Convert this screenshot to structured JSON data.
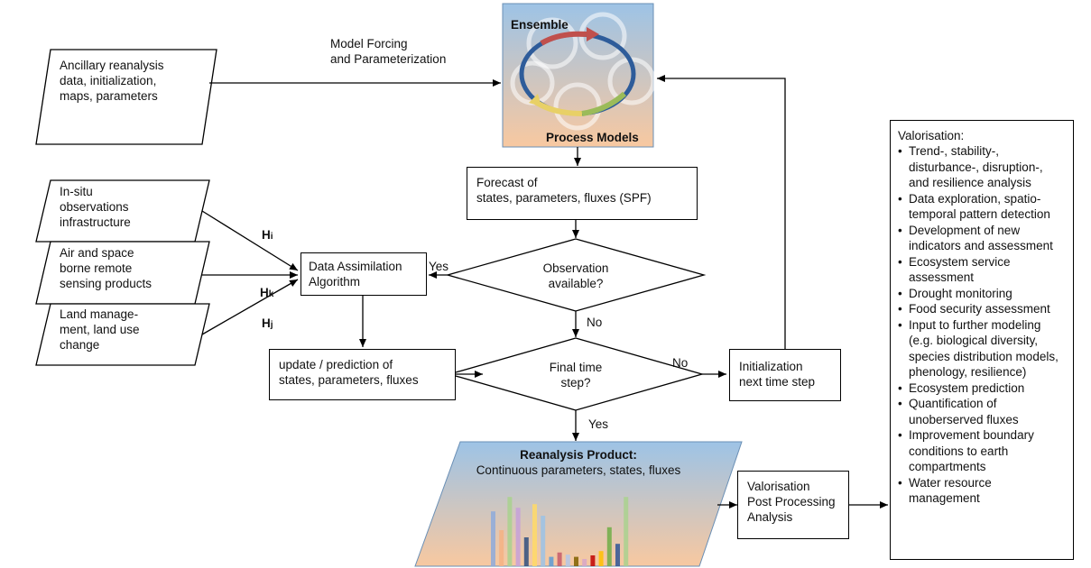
{
  "ancillary": "Ancillary reanalysis\ndata, initialization,\nmaps, parameters",
  "model_forcing": "Model Forcing\nand Parameterization",
  "ensemble": "Ensemble",
  "process_models": "Process Models",
  "forecast": "Forecast of\nstates, parameters, fluxes (SPF)",
  "insitu": "In-situ\nobservations\ninfrastructure",
  "airspace": "Air and space\nborne remote\nsensing products",
  "land": "Land manage-\nment, land use\nchange",
  "h_i": {
    "base": "H",
    "sub": "i"
  },
  "h_k": {
    "base": "H",
    "sub": "k"
  },
  "h_j": {
    "base": "H",
    "sub": "j"
  },
  "data_assim": "Data Assimilation\nAlgorithm",
  "observation": "Observation\navailable?",
  "yes1": "Yes",
  "no1": "No",
  "update": "update / prediction of\nstates, parameters, fluxes",
  "final": "Final time\nstep?",
  "no2": "No",
  "yes2": "Yes",
  "init_next": "Initialization\nnext time step",
  "reanalysis_title": "Reanalysis Product:",
  "reanalysis_sub": "Continuous parameters, states, fluxes",
  "valorisation_box": "Valorisation\nPost Processing\nAnalysis",
  "valorisation_panel": {
    "title": "Valorisation:",
    "items": [
      "Trend-, stability-,\ndisturbance-, disruption-,\nand resilience analysis",
      "Data exploration, spatio-\ntemporal pattern detection",
      "Development of new\nindicators and assessment",
      "Ecosystem service\nassessment",
      "Drought monitoring",
      "Food security assessment",
      "Input to further modeling\n(e.g. biological diversity,\nspecies distribution models,\nphenology, resilience)",
      "Ecosystem prediction",
      "Quantification of\nunoberserved fluxes",
      "Improvement boundary\nconditions to earth\ncompartments",
      "Water resource\nmanagement"
    ]
  },
  "colors": {
    "model_top": "#9dc3e6",
    "model_bottom": "#f8c8a0",
    "cycle_red": "#c0504d",
    "cycle_blue": "#2e5c9a",
    "cycle_yellow": "#e8d066",
    "cycle_green": "#9bbb59",
    "bars": [
      "#8eaadb",
      "#f4b183",
      "#a9d18e",
      "#c5a0d9",
      "#2f4f7f",
      "#ffd966",
      "#9bc2e6",
      "#5b9bd5",
      "#c55a6a",
      "#b4c7e7",
      "#7f6000",
      "#d6a6c9",
      "#c00000",
      "#ffc000",
      "#70ad47",
      "#2f5597",
      "#a9d18e"
    ]
  }
}
